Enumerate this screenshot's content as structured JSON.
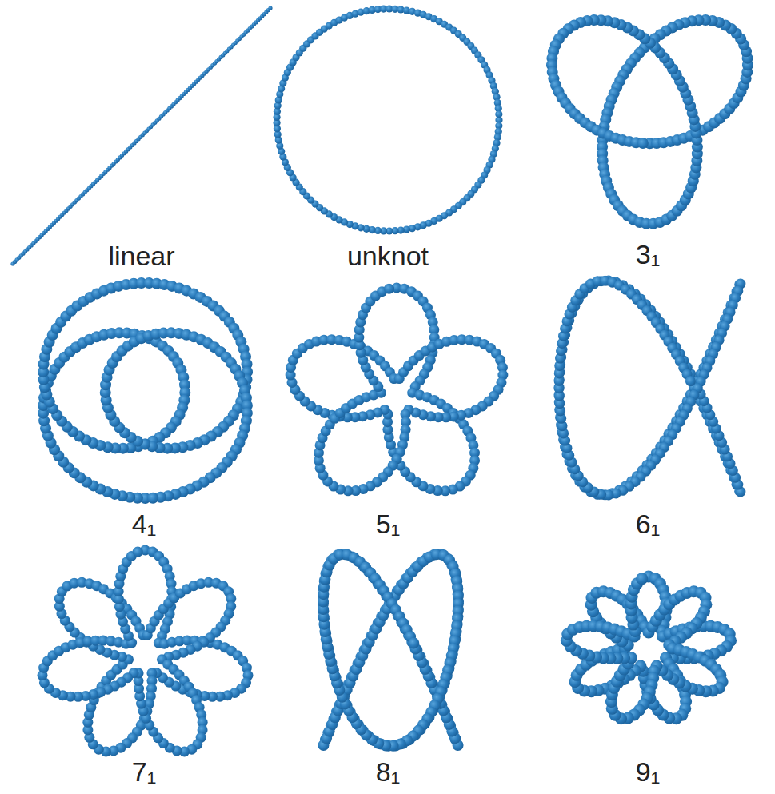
{
  "diagram": {
    "labels": [
      "linear",
      "unknot",
      "3₁",
      "4₁",
      "5₁",
      "6₁",
      "7₁",
      "8₁",
      "9₁"
    ]
  }
}
